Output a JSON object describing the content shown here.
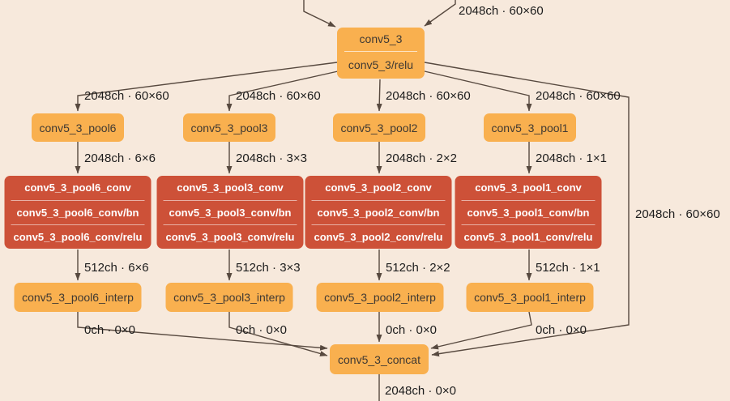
{
  "colors": {
    "bg": "#f7e9dc",
    "orange": "#f9b04f",
    "red": "#cd5138",
    "edge": "#57493f",
    "nodetext": "#3f3933",
    "redtext": "#ffffff",
    "labeltext": "#1c1c1c"
  },
  "top_in_label": "2048ch · 60×60",
  "top_node": {
    "name": "conv5_3",
    "relu": "conv5_3/relu"
  },
  "branches": [
    {
      "in_label": "2048ch · 60×60",
      "pool": "conv5_3_pool6",
      "pool_out": "2048ch · 6×6",
      "conv": "conv5_3_pool6_conv",
      "bn": "conv5_3_pool6_conv/bn",
      "relu": "conv5_3_pool6_conv/relu",
      "conv_out": "512ch · 6×6",
      "interp": "conv5_3_pool6_interp",
      "interp_out": "0ch · 0×0"
    },
    {
      "in_label": "2048ch · 60×60",
      "pool": "conv5_3_pool3",
      "pool_out": "2048ch · 3×3",
      "conv": "conv5_3_pool3_conv",
      "bn": "conv5_3_pool3_conv/bn",
      "relu": "conv5_3_pool3_conv/relu",
      "conv_out": "512ch · 3×3",
      "interp": "conv5_3_pool3_interp",
      "interp_out": "0ch · 0×0"
    },
    {
      "in_label": "2048ch · 60×60",
      "pool": "conv5_3_pool2",
      "pool_out": "2048ch · 2×2",
      "conv": "conv5_3_pool2_conv",
      "bn": "conv5_3_pool2_conv/bn",
      "relu": "conv5_3_pool2_conv/relu",
      "conv_out": "512ch · 2×2",
      "interp": "conv5_3_pool2_interp",
      "interp_out": "0ch · 0×0"
    },
    {
      "in_label": "2048ch · 60×60",
      "pool": "conv5_3_pool1",
      "pool_out": "2048ch · 1×1",
      "conv": "conv5_3_pool1_conv",
      "bn": "conv5_3_pool1_conv/bn",
      "relu": "conv5_3_pool1_conv/relu",
      "conv_out": "512ch · 1×1",
      "interp": "conv5_3_pool1_interp",
      "interp_out": "0ch · 0×0"
    }
  ],
  "skip_label": "2048ch · 60×60",
  "concat": {
    "label": "conv5_3_concat",
    "out_label": "2048ch · 0×0"
  }
}
